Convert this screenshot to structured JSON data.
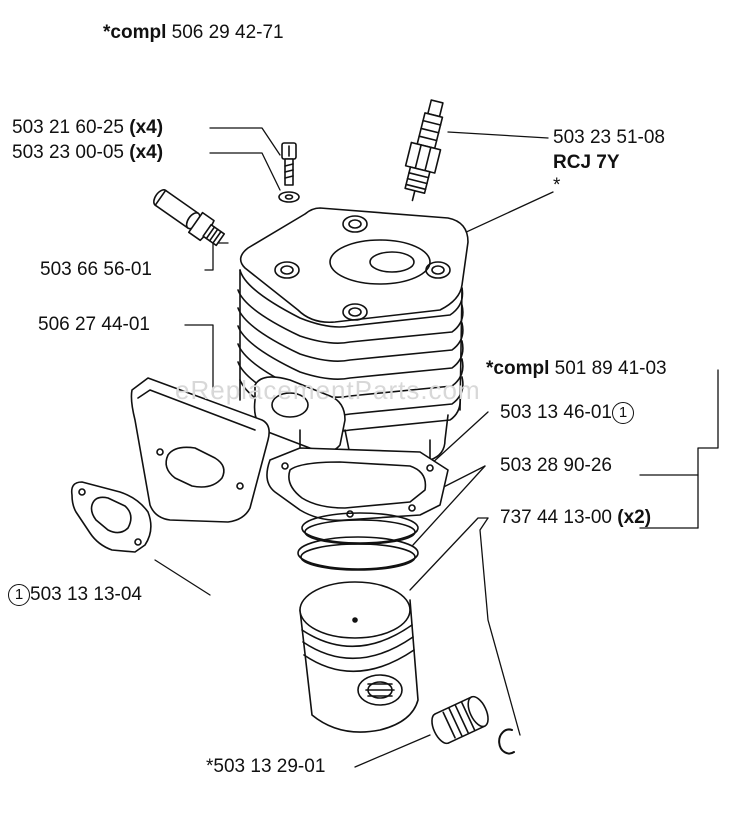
{
  "watermark": "eReplacementParts.com",
  "parts": {
    "cylinder_kit": {
      "prefix": "*compl",
      "number": "506 29 42-71"
    },
    "bolt": {
      "number": "503 21 60-25",
      "qty": "(x4)"
    },
    "washer": {
      "number": "503 23 00-05",
      "qty": "(x4)"
    },
    "spark_plug": {
      "number": "503 23 51-08",
      "type": "RCJ 7Y",
      "note": "*"
    },
    "decomp_valve": {
      "number": "503 66 56-01"
    },
    "heat_shield": {
      "number": "506 27 44-01"
    },
    "piston_kit": {
      "prefix": "*compl",
      "number": "501 89 41-03"
    },
    "cylinder_gasket": {
      "number": "503 13 46-01",
      "ref": "1"
    },
    "piston_ring": {
      "number": "503 28 90-26"
    },
    "circlip": {
      "number": "737 44 13-00",
      "qty": "(x2)"
    },
    "muffler_gasket": {
      "ref": "1",
      "number": "503 13 13-04"
    },
    "needle_bearing": {
      "number": "*503 13 29-01"
    }
  }
}
